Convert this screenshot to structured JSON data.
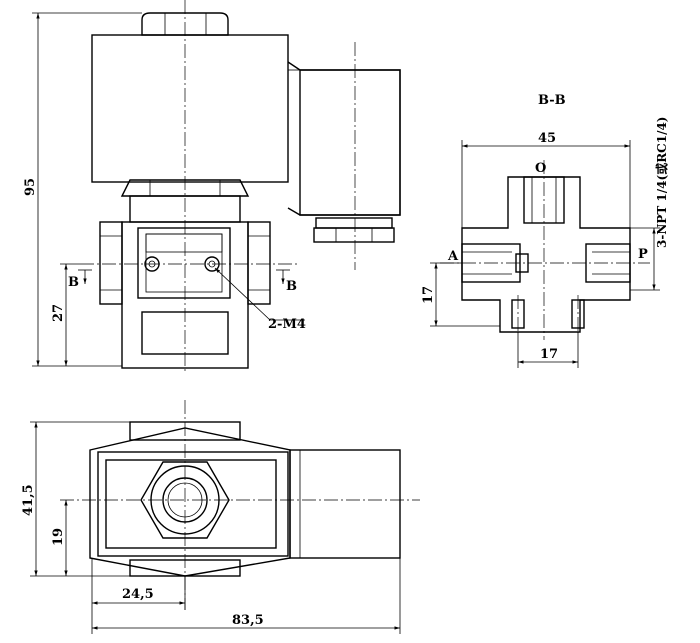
{
  "section_title": "B-B",
  "views": {
    "front": {
      "dim_total_height": "95",
      "dim_port_height": "27",
      "section_mark_left": "B",
      "section_mark_right": "B",
      "screw_note": "2-M4"
    },
    "section": {
      "dim_width": "45",
      "dim_port_height": "17",
      "dim_bottom": "17",
      "port_top": "O",
      "port_left": "A",
      "port_right": "P",
      "thread_note": "3-NPT 1/4(或RC1/4)"
    },
    "top": {
      "dim_depth": "41,5",
      "dim_center_depth": "19",
      "dim_center_offset": "24,5",
      "dim_total_length": "83,5"
    }
  }
}
